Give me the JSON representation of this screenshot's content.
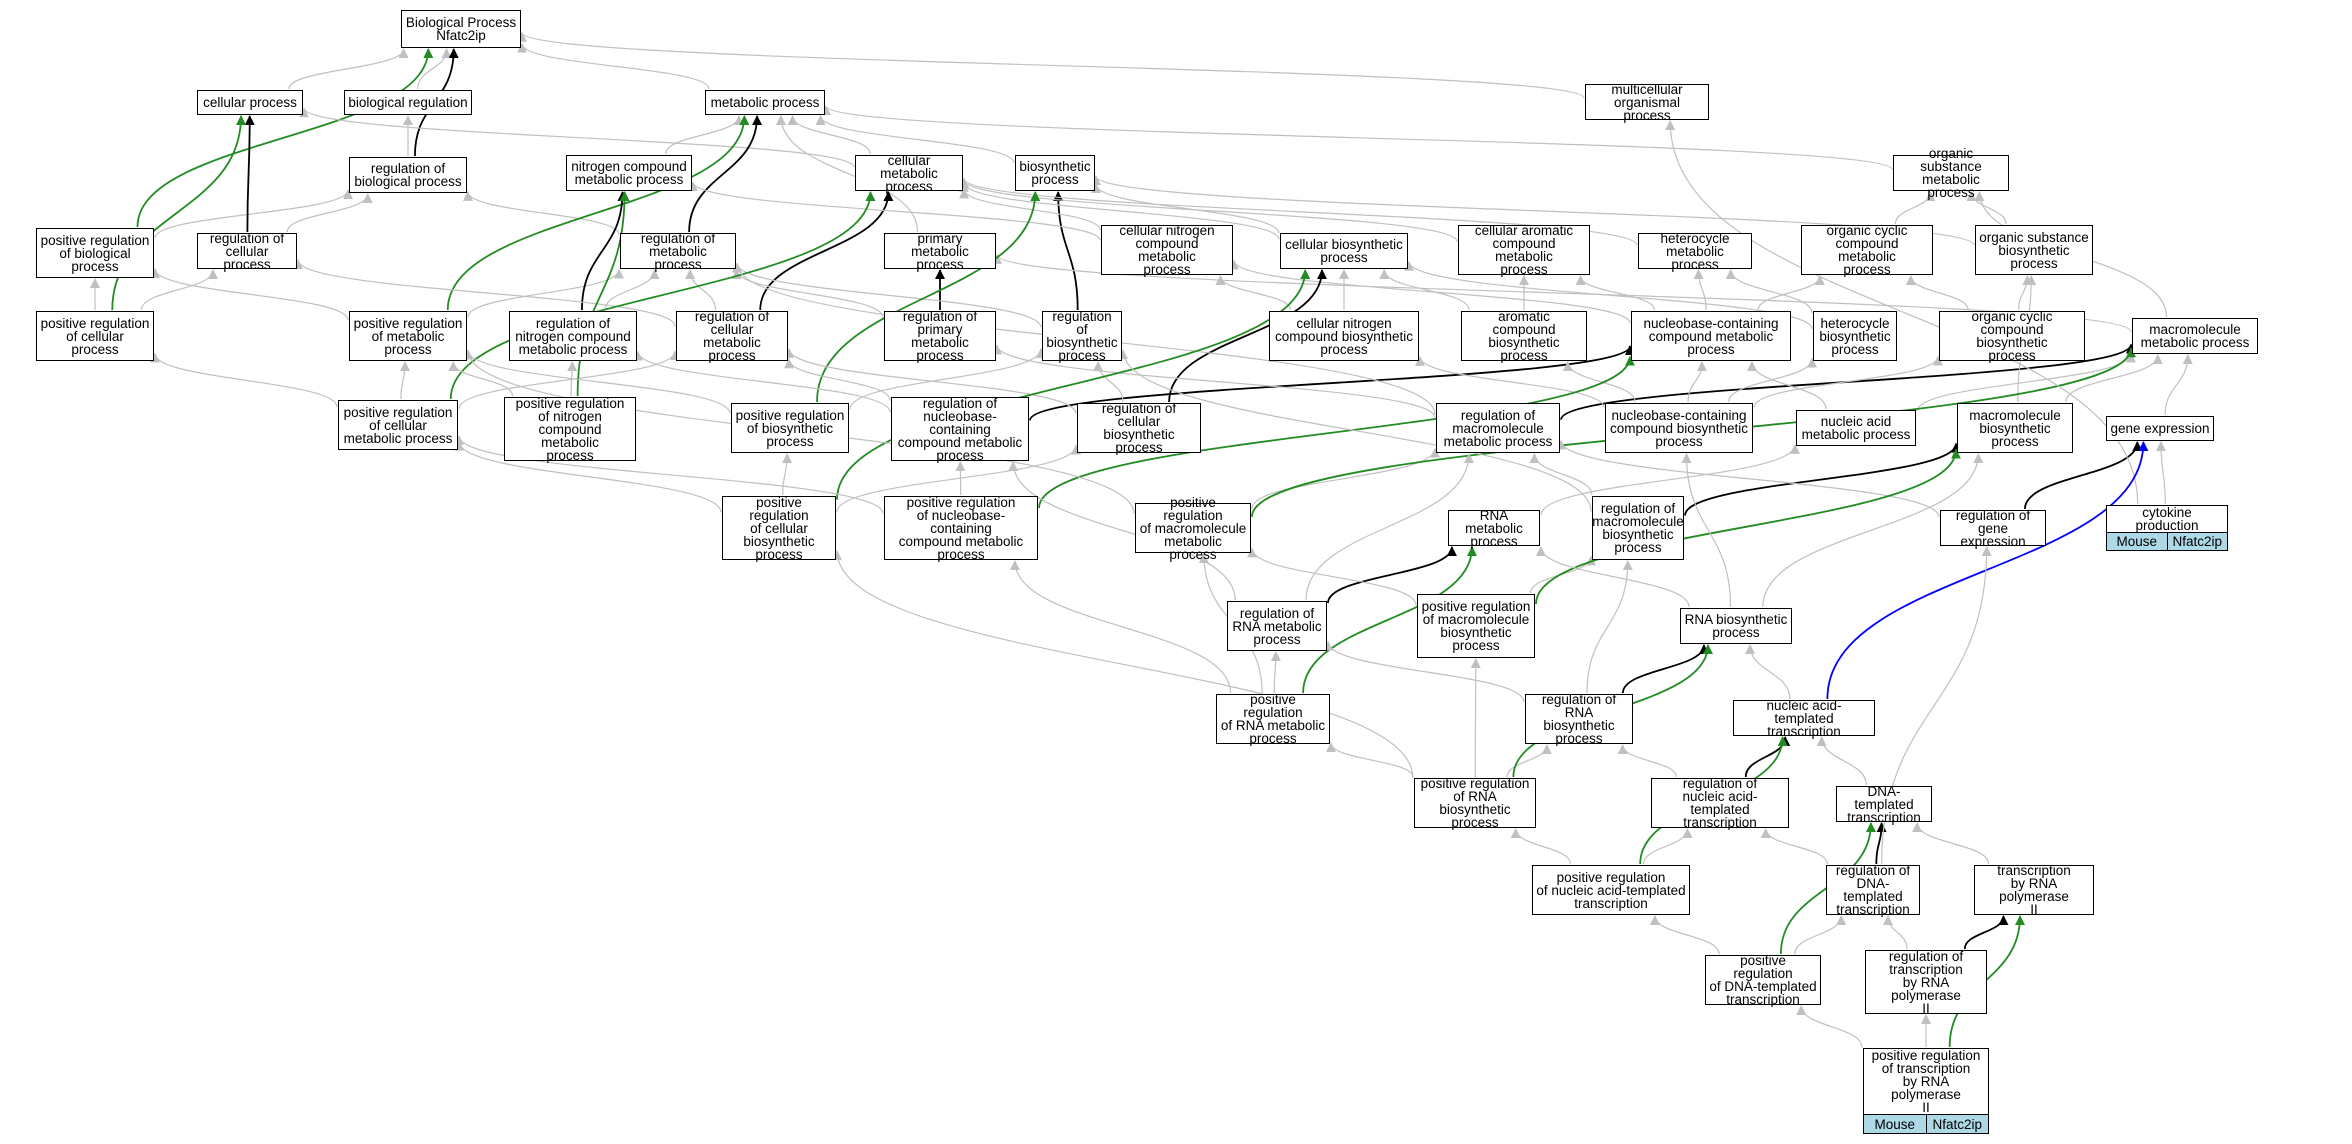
{
  "colors": {
    "is_a": "#c0c0c0",
    "part_of": "#000000",
    "pos_reg": "#228b22",
    "reg": "#0000ff",
    "species_fill": "#add8e6"
  },
  "nodes": [
    {
      "id": "bp",
      "label": "Biological Process\nNfatc2ip"
    },
    {
      "id": "cp",
      "label": "cellular process"
    },
    {
      "id": "br",
      "label": "biological regulation"
    },
    {
      "id": "mp",
      "label": "metabolic process"
    },
    {
      "id": "mop",
      "label": "multicellular\norganismal process"
    },
    {
      "id": "rbp",
      "label": "regulation of\nbiological process"
    },
    {
      "id": "ncmp",
      "label": "nitrogen compound\nmetabolic process"
    },
    {
      "id": "cmp",
      "label": "cellular metabolic\nprocess"
    },
    {
      "id": "bsp",
      "label": "biosynthetic\nprocess"
    },
    {
      "id": "osmp",
      "label": "organic substance\nmetabolic process"
    },
    {
      "id": "prbp",
      "label": "positive regulation\nof biological\nprocess"
    },
    {
      "id": "rcp",
      "label": "regulation of\ncellular process"
    },
    {
      "id": "rmp",
      "label": "regulation of\nmetabolic process"
    },
    {
      "id": "pmp",
      "label": "primary metabolic\nprocess"
    },
    {
      "id": "cncmp",
      "label": "cellular nitrogen\ncompound metabolic\nprocess"
    },
    {
      "id": "cbp",
      "label": "cellular biosynthetic\nprocess"
    },
    {
      "id": "cacmp",
      "label": "cellular aromatic\ncompound metabolic\nprocess"
    },
    {
      "id": "hmp",
      "label": "heterocycle\nmetabolic process"
    },
    {
      "id": "occmp",
      "label": "organic cyclic\ncompound metabolic\nprocess"
    },
    {
      "id": "osbp",
      "label": "organic substance\nbiosynthetic\nprocess"
    },
    {
      "id": "prcp",
      "label": "positive regulation\nof cellular\nprocess"
    },
    {
      "id": "prmp",
      "label": "positive regulation\nof metabolic\nprocess"
    },
    {
      "id": "rncmp",
      "label": "regulation of\nnitrogen compound\nmetabolic process"
    },
    {
      "id": "rcmp",
      "label": "regulation of\ncellular metabolic\nprocess"
    },
    {
      "id": "rpmp",
      "label": "regulation of\nprimary metabolic\nprocess"
    },
    {
      "id": "rbsp",
      "label": "regulation of\nbiosynthetic\nprocess"
    },
    {
      "id": "cncbp",
      "label": "cellular nitrogen\ncompound biosynthetic\nprocess"
    },
    {
      "id": "acbp",
      "label": "aromatic compound\nbiosynthetic\nprocess"
    },
    {
      "id": "nbcmp",
      "label": "nucleobase-containing\ncompound metabolic\nprocess"
    },
    {
      "id": "hbp",
      "label": "heterocycle\nbiosynthetic\nprocess"
    },
    {
      "id": "occbp",
      "label": "organic cyclic\ncompound biosynthetic\nprocess"
    },
    {
      "id": "mmp",
      "label": "macromolecule\nmetabolic process"
    },
    {
      "id": "prcmp",
      "label": "positive regulation\nof cellular\nmetabolic process"
    },
    {
      "id": "prncmp",
      "label": "positive regulation\nof nitrogen\ncompound metabolic\nprocess"
    },
    {
      "id": "prbsp",
      "label": "positive regulation\nof biosynthetic\nprocess"
    },
    {
      "id": "rnbcmp",
      "label": "regulation of\nnucleobase-containing\ncompound metabolic\nprocess"
    },
    {
      "id": "rcbp",
      "label": "regulation of\ncellular biosynthetic\nprocess"
    },
    {
      "id": "rmmp",
      "label": "regulation of\nmacromolecule\nmetabolic process"
    },
    {
      "id": "nbcbp",
      "label": "nucleobase-containing\ncompound biosynthetic\nprocess"
    },
    {
      "id": "namp",
      "label": "nucleic acid\nmetabolic process"
    },
    {
      "id": "mbp",
      "label": "macromolecule\nbiosynthetic\nprocess"
    },
    {
      "id": "ge",
      "label": "gene expression"
    },
    {
      "id": "prcbp",
      "label": "positive regulation\nof cellular\nbiosynthetic\nprocess"
    },
    {
      "id": "prnbcmp",
      "label": "positive regulation\nof nucleobase-containing\ncompound metabolic\nprocess"
    },
    {
      "id": "prmmp",
      "label": "positive regulation\nof macromolecule\nmetabolic process"
    },
    {
      "id": "rnamp",
      "label": "RNA metabolic\nprocess"
    },
    {
      "id": "rmbp",
      "label": "regulation of\nmacromolecule\nbiosynthetic\nprocess"
    },
    {
      "id": "rge",
      "label": "regulation of\ngene expression"
    },
    {
      "id": "cprod",
      "label": "cytokine production",
      "tags": [
        "Mouse",
        "Nfatc2ip"
      ]
    },
    {
      "id": "rrnamp",
      "label": "regulation of\nRNA metabolic\nprocess"
    },
    {
      "id": "prmbp",
      "label": "positive regulation\nof macromolecule\nbiosynthetic\nprocess"
    },
    {
      "id": "rnabp",
      "label": "RNA biosynthetic\nprocess"
    },
    {
      "id": "prrnamp",
      "label": "positive regulation\nof RNA metabolic\nprocess"
    },
    {
      "id": "rrnabp",
      "label": "regulation of\nRNA biosynthetic\nprocess"
    },
    {
      "id": "nat",
      "label": "nucleic acid-templated\ntranscription"
    },
    {
      "id": "prrnabp",
      "label": "positive regulation\nof RNA biosynthetic\nprocess"
    },
    {
      "id": "rnat",
      "label": "regulation of\nnucleic acid-templated\ntranscription"
    },
    {
      "id": "dt",
      "label": "DNA-templated\ntranscription"
    },
    {
      "id": "prnat",
      "label": "positive regulation\nof nucleic acid-templated\ntranscription"
    },
    {
      "id": "rdt",
      "label": "regulation of\nDNA-templated\ntranscription"
    },
    {
      "id": "tp2",
      "label": "transcription\nby RNA polymerase\nII"
    },
    {
      "id": "rtp2",
      "label": "regulation of\ntranscription\nby RNA polymerase\nII"
    },
    {
      "id": "prdt",
      "label": "positive regulation\nof DNA-templated\ntranscription"
    },
    {
      "id": "prtp2",
      "label": "positive regulation\nof transcription\nby RNA polymerase\nII",
      "tags": [
        "Mouse",
        "Nfatc2ip"
      ]
    }
  ],
  "edges": [
    {
      "from": "cp",
      "to": "bp",
      "type": "is_a"
    },
    {
      "from": "br",
      "to": "bp",
      "type": "is_a"
    },
    {
      "from": "mp",
      "to": "bp",
      "type": "is_a"
    },
    {
      "from": "mop",
      "to": "bp",
      "type": "is_a"
    },
    {
      "from": "rbp",
      "to": "bp",
      "type": "part_of"
    },
    {
      "from": "prbp",
      "to": "bp",
      "type": "pos_reg"
    },
    {
      "from": "rbp",
      "to": "br",
      "type": "is_a"
    },
    {
      "from": "prbp",
      "to": "rbp",
      "type": "is_a"
    },
    {
      "from": "rcp",
      "to": "cp",
      "type": "part_of"
    },
    {
      "from": "rcp",
      "to": "rbp",
      "type": "is_a"
    },
    {
      "from": "prcp",
      "to": "prbp",
      "type": "is_a"
    },
    {
      "from": "prcp",
      "to": "rcp",
      "type": "is_a"
    },
    {
      "from": "prcp",
      "to": "cp",
      "type": "pos_reg"
    },
    {
      "from": "ncmp",
      "to": "mp",
      "type": "is_a"
    },
    {
      "from": "cmp",
      "to": "mp",
      "type": "is_a"
    },
    {
      "from": "cmp",
      "to": "cp",
      "type": "is_a"
    },
    {
      "from": "bsp",
      "to": "mp",
      "type": "is_a"
    },
    {
      "from": "osmp",
      "to": "mp",
      "type": "is_a"
    },
    {
      "from": "pmp",
      "to": "mp",
      "type": "is_a"
    },
    {
      "from": "rmp",
      "to": "mp",
      "type": "part_of"
    },
    {
      "from": "rmp",
      "to": "rbp",
      "type": "is_a"
    },
    {
      "from": "prmp",
      "to": "rmp",
      "type": "is_a"
    },
    {
      "from": "prmp",
      "to": "prbp",
      "type": "is_a"
    },
    {
      "from": "prmp",
      "to": "mp",
      "type": "pos_reg"
    },
    {
      "from": "rncmp",
      "to": "ncmp",
      "type": "part_of"
    },
    {
      "from": "rncmp",
      "to": "rmp",
      "type": "is_a"
    },
    {
      "from": "rcmp",
      "to": "cmp",
      "type": "part_of"
    },
    {
      "from": "rcmp",
      "to": "rmp",
      "type": "is_a"
    },
    {
      "from": "rcmp",
      "to": "rcp",
      "type": "is_a"
    },
    {
      "from": "rpmp",
      "to": "pmp",
      "type": "part_of"
    },
    {
      "from": "rpmp",
      "to": "rmp",
      "type": "is_a"
    },
    {
      "from": "rbsp",
      "to": "bsp",
      "type": "part_of"
    },
    {
      "from": "rbsp",
      "to": "rmp",
      "type": "is_a"
    },
    {
      "from": "cncmp",
      "to": "ncmp",
      "type": "is_a"
    },
    {
      "from": "cncmp",
      "to": "cmp",
      "type": "is_a"
    },
    {
      "from": "cbp",
      "to": "bsp",
      "type": "is_a"
    },
    {
      "from": "cbp",
      "to": "cmp",
      "type": "is_a"
    },
    {
      "from": "cacmp",
      "to": "cmp",
      "type": "is_a"
    },
    {
      "from": "hmp",
      "to": "cmp",
      "type": "is_a"
    },
    {
      "from": "occmp",
      "to": "osmp",
      "type": "is_a"
    },
    {
      "from": "osbp",
      "to": "osmp",
      "type": "is_a"
    },
    {
      "from": "osbp",
      "to": "bsp",
      "type": "is_a"
    },
    {
      "from": "cncbp",
      "to": "cbp",
      "type": "is_a"
    },
    {
      "from": "cncbp",
      "to": "cncmp",
      "type": "is_a"
    },
    {
      "from": "acbp",
      "to": "cacmp",
      "type": "is_a"
    },
    {
      "from": "acbp",
      "to": "cbp",
      "type": "is_a"
    },
    {
      "from": "nbcmp",
      "to": "cacmp",
      "type": "is_a"
    },
    {
      "from": "nbcmp",
      "to": "hmp",
      "type": "is_a"
    },
    {
      "from": "nbcmp",
      "to": "occmp",
      "type": "is_a"
    },
    {
      "from": "nbcmp",
      "to": "cncmp",
      "type": "is_a"
    },
    {
      "from": "hbp",
      "to": "hmp",
      "type": "is_a"
    },
    {
      "from": "hbp",
      "to": "cbp",
      "type": "is_a"
    },
    {
      "from": "occbp",
      "to": "occmp",
      "type": "is_a"
    },
    {
      "from": "occbp",
      "to": "osbp",
      "type": "is_a"
    },
    {
      "from": "mmp",
      "to": "osmp",
      "type": "is_a"
    },
    {
      "from": "mmp",
      "to": "pmp",
      "type": "is_a"
    },
    {
      "from": "prcmp",
      "to": "rcmp",
      "type": "is_a"
    },
    {
      "from": "prcmp",
      "to": "prmp",
      "type": "is_a"
    },
    {
      "from": "prcmp",
      "to": "prcp",
      "type": "is_a"
    },
    {
      "from": "prcmp",
      "to": "cmp",
      "type": "pos_reg"
    },
    {
      "from": "prncmp",
      "to": "rncmp",
      "type": "is_a"
    },
    {
      "from": "prncmp",
      "to": "prmp",
      "type": "is_a"
    },
    {
      "from": "prncmp",
      "to": "ncmp",
      "type": "pos_reg"
    },
    {
      "from": "prbsp",
      "to": "rbsp",
      "type": "is_a"
    },
    {
      "from": "prbsp",
      "to": "prmp",
      "type": "is_a"
    },
    {
      "from": "prbsp",
      "to": "bsp",
      "type": "pos_reg"
    },
    {
      "from": "rnbcmp",
      "to": "rcmp",
      "type": "is_a"
    },
    {
      "from": "rnbcmp",
      "to": "rncmp",
      "type": "is_a"
    },
    {
      "from": "rnbcmp",
      "to": "nbcmp",
      "type": "part_of"
    },
    {
      "from": "rcbp",
      "to": "rbsp",
      "type": "is_a"
    },
    {
      "from": "rcbp",
      "to": "rcmp",
      "type": "is_a"
    },
    {
      "from": "rcbp",
      "to": "cbp",
      "type": "part_of"
    },
    {
      "from": "rmmp",
      "to": "rmp",
      "type": "is_a"
    },
    {
      "from": "rmmp",
      "to": "rpmp",
      "type": "is_a"
    },
    {
      "from": "rmmp",
      "to": "mmp",
      "type": "part_of"
    },
    {
      "from": "nbcbp",
      "to": "nbcmp",
      "type": "is_a"
    },
    {
      "from": "nbcbp",
      "to": "hbp",
      "type": "is_a"
    },
    {
      "from": "nbcbp",
      "to": "cncbp",
      "type": "is_a"
    },
    {
      "from": "nbcbp",
      "to": "acbp",
      "type": "is_a"
    },
    {
      "from": "nbcbp",
      "to": "occbp",
      "type": "is_a"
    },
    {
      "from": "namp",
      "to": "nbcmp",
      "type": "is_a"
    },
    {
      "from": "namp",
      "to": "mmp",
      "type": "is_a"
    },
    {
      "from": "mbp",
      "to": "mmp",
      "type": "is_a"
    },
    {
      "from": "mbp",
      "to": "osbp",
      "type": "is_a"
    },
    {
      "from": "ge",
      "to": "mmp",
      "type": "is_a"
    },
    {
      "from": "prcbp",
      "to": "rcbp",
      "type": "is_a"
    },
    {
      "from": "prcbp",
      "to": "prbsp",
      "type": "is_a"
    },
    {
      "from": "prcbp",
      "to": "prcmp",
      "type": "is_a"
    },
    {
      "from": "prcbp",
      "to": "cbp",
      "type": "pos_reg"
    },
    {
      "from": "prnbcmp",
      "to": "rnbcmp",
      "type": "is_a"
    },
    {
      "from": "prnbcmp",
      "to": "prcmp",
      "type": "is_a"
    },
    {
      "from": "prnbcmp",
      "to": "nbcmp",
      "type": "pos_reg"
    },
    {
      "from": "prmmp",
      "to": "rmmp",
      "type": "is_a"
    },
    {
      "from": "prmmp",
      "to": "prmp",
      "type": "is_a"
    },
    {
      "from": "prmmp",
      "to": "mmp",
      "type": "pos_reg"
    },
    {
      "from": "rnamp",
      "to": "namp",
      "type": "is_a"
    },
    {
      "from": "rmbp",
      "to": "rmmp",
      "type": "is_a"
    },
    {
      "from": "rmbp",
      "to": "rbsp",
      "type": "is_a"
    },
    {
      "from": "rmbp",
      "to": "mbp",
      "type": "part_of"
    },
    {
      "from": "rge",
      "to": "rmmp",
      "type": "is_a"
    },
    {
      "from": "rge",
      "to": "ge",
      "type": "part_of"
    },
    {
      "from": "cprod",
      "to": "ge",
      "type": "is_a"
    },
    {
      "from": "cprod",
      "to": "mop",
      "type": "is_a"
    },
    {
      "from": "rrnamp",
      "to": "rnamp",
      "type": "part_of"
    },
    {
      "from": "rrnamp",
      "to": "rnbcmp",
      "type": "is_a"
    },
    {
      "from": "rrnamp",
      "to": "rmmp",
      "type": "is_a"
    },
    {
      "from": "prmbp",
      "to": "rmbp",
      "type": "is_a"
    },
    {
      "from": "prmbp",
      "to": "prmmp",
      "type": "is_a"
    },
    {
      "from": "prmbp",
      "to": "mbp",
      "type": "pos_reg"
    },
    {
      "from": "rnabp",
      "to": "rnamp",
      "type": "is_a"
    },
    {
      "from": "rnabp",
      "to": "nbcbp",
      "type": "is_a"
    },
    {
      "from": "rnabp",
      "to": "mbp",
      "type": "is_a"
    },
    {
      "from": "prrnamp",
      "to": "rrnamp",
      "type": "is_a"
    },
    {
      "from": "prrnamp",
      "to": "prnbcmp",
      "type": "is_a"
    },
    {
      "from": "prrnamp",
      "to": "prmmp",
      "type": "is_a"
    },
    {
      "from": "prrnamp",
      "to": "rnamp",
      "type": "pos_reg"
    },
    {
      "from": "rrnabp",
      "to": "rnabp",
      "type": "part_of"
    },
    {
      "from": "rrnabp",
      "to": "rrnamp",
      "type": "is_a"
    },
    {
      "from": "rrnabp",
      "to": "rmbp",
      "type": "is_a"
    },
    {
      "from": "nat",
      "to": "rnabp",
      "type": "is_a"
    },
    {
      "from": "nat",
      "to": "ge",
      "type": "reg"
    },
    {
      "from": "prrnabp",
      "to": "rrnabp",
      "type": "is_a"
    },
    {
      "from": "prrnabp",
      "to": "prrnamp",
      "type": "is_a"
    },
    {
      "from": "prrnabp",
      "to": "prmbp",
      "type": "is_a"
    },
    {
      "from": "prrnabp",
      "to": "prcbp",
      "type": "is_a"
    },
    {
      "from": "prrnabp",
      "to": "rnabp",
      "type": "pos_reg"
    },
    {
      "from": "rnat",
      "to": "nat",
      "type": "part_of"
    },
    {
      "from": "rnat",
      "to": "rrnabp",
      "type": "is_a"
    },
    {
      "from": "dt",
      "to": "nat",
      "type": "is_a"
    },
    {
      "from": "prnat",
      "to": "rnat",
      "type": "is_a"
    },
    {
      "from": "prnat",
      "to": "prrnabp",
      "type": "is_a"
    },
    {
      "from": "prnat",
      "to": "nat",
      "type": "pos_reg"
    },
    {
      "from": "rdt",
      "to": "dt",
      "type": "part_of"
    },
    {
      "from": "rdt",
      "to": "rnat",
      "type": "is_a"
    },
    {
      "from": "rdt",
      "to": "rge",
      "type": "is_a"
    },
    {
      "from": "tp2",
      "to": "dt",
      "type": "is_a"
    },
    {
      "from": "rtp2",
      "to": "tp2",
      "type": "part_of"
    },
    {
      "from": "rtp2",
      "to": "rdt",
      "type": "is_a"
    },
    {
      "from": "prdt",
      "to": "rdt",
      "type": "is_a"
    },
    {
      "from": "prdt",
      "to": "prnat",
      "type": "is_a"
    },
    {
      "from": "prdt",
      "to": "dt",
      "type": "pos_reg"
    },
    {
      "from": "prtp2",
      "to": "rtp2",
      "type": "is_a"
    },
    {
      "from": "prtp2",
      "to": "prdt",
      "type": "is_a"
    },
    {
      "from": "prtp2",
      "to": "tp2",
      "type": "pos_reg"
    }
  ]
}
